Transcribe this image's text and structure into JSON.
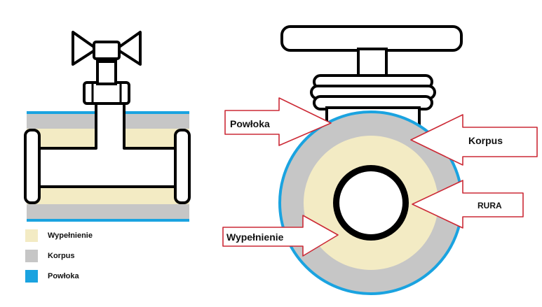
{
  "labels": {
    "coating": "Powłoka",
    "body": "Korpus",
    "pipe": "RURA",
    "filling": "Wypełnienie"
  },
  "legend": [
    {
      "label": "Wypełnienie",
      "color": "#f3ebc4"
    },
    {
      "label": "Korpus",
      "color": "#c6c6c6"
    },
    {
      "label": "Powłoka",
      "color": "#1aa3e0"
    }
  ],
  "colors": {
    "filling": "#f3ebc4",
    "body": "#c6c6c6",
    "coating": "#1aa3e0",
    "outline": "#000000",
    "arrow": "#cc2a36"
  }
}
